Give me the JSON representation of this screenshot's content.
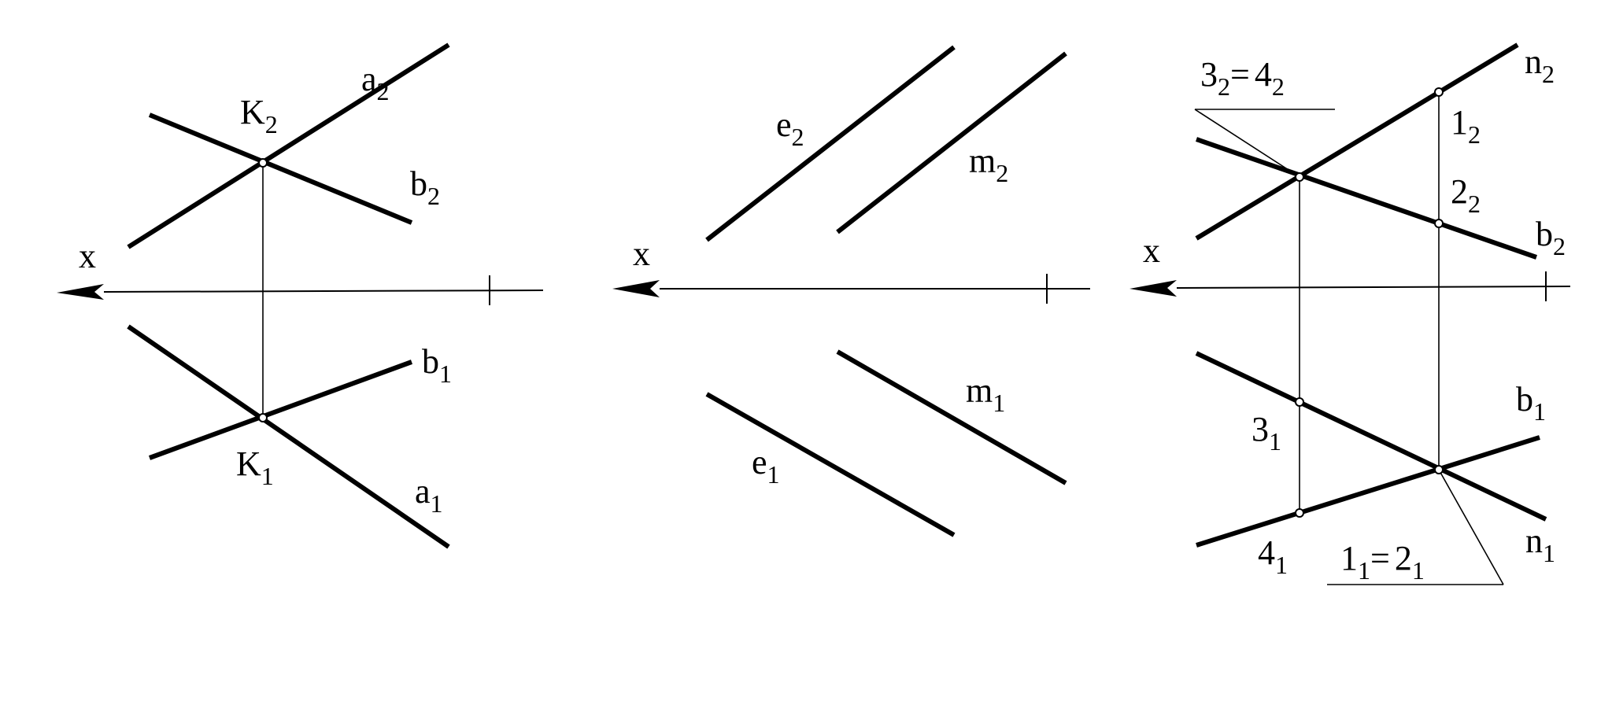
{
  "panels": [
    {
      "axis_label": "x",
      "labels": [
        {
          "base": "a",
          "sub": "2"
        },
        {
          "base": "K",
          "sub": "2"
        },
        {
          "base": "b",
          "sub": "2"
        },
        {
          "base": "b",
          "sub": "1"
        },
        {
          "base": "K",
          "sub": "1"
        },
        {
          "base": "a",
          "sub": "1"
        }
      ]
    },
    {
      "axis_label": "x",
      "labels": [
        {
          "base": "e",
          "sub": "2"
        },
        {
          "base": "m",
          "sub": "2"
        },
        {
          "base": "m",
          "sub": "1"
        },
        {
          "base": "e",
          "sub": "1"
        }
      ]
    },
    {
      "axis_label": "x",
      "labels": [
        {
          "base": "n",
          "sub": "2"
        },
        {
          "base": "1",
          "sub": "2"
        },
        {
          "base": "2",
          "sub": "2"
        },
        {
          "base": "b",
          "sub": "2"
        },
        {
          "base": "b",
          "sub": "1"
        },
        {
          "base": "3",
          "sub": "1"
        },
        {
          "base": "4",
          "sub": "1"
        },
        {
          "base": "n",
          "sub": "1"
        }
      ],
      "equalities": [
        {
          "left": "3",
          "left_sub": "2",
          "sign": "=",
          "right": "4",
          "right_sub": "2"
        },
        {
          "left": "1",
          "left_sub": "1",
          "sign": "=",
          "right": "2",
          "right_sub": "1"
        }
      ]
    }
  ]
}
